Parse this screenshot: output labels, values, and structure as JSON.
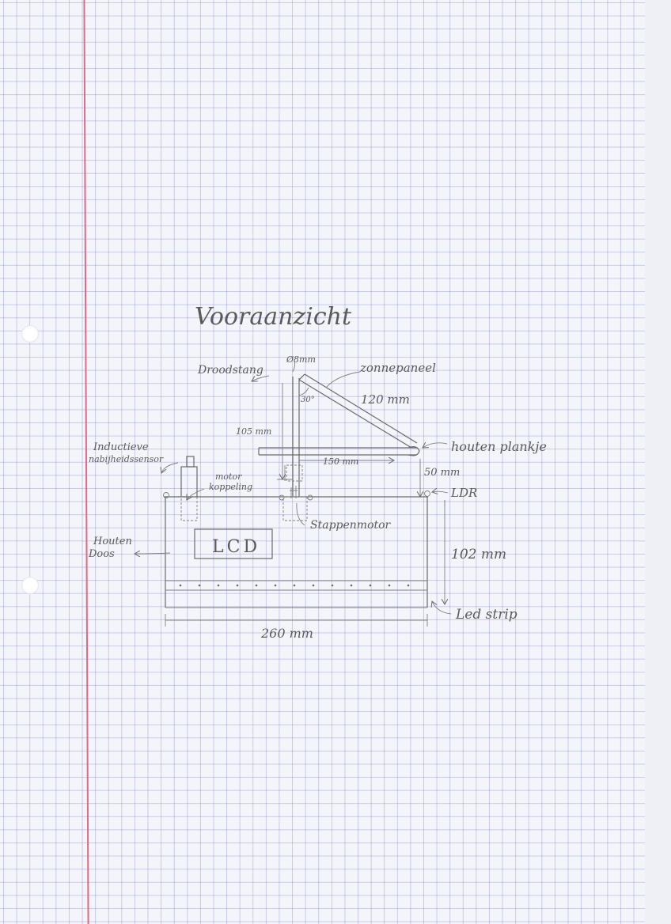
{
  "title": "Vooraanzicht",
  "labels": {
    "droodstang": "Droodstang",
    "diameter": "Ø8mm",
    "zonnepaneel": "zonnepaneel",
    "angle": "30°",
    "panel_length": "120 mm",
    "height_105": "105 mm",
    "houten_plankje": "houten plankje",
    "width_150": "150 mm",
    "inductieve_line1": "Inductieve",
    "inductieve_line2": "nabijheidssensor",
    "motor_line1": "motor",
    "motor_line2": "koppeling",
    "dist_50": "50 mm",
    "ldr": "LDR",
    "stappenmotor": "Stappenmotor",
    "houten_line1": "Houten",
    "houten_line2": "Doos",
    "lcd": "LCD",
    "height_102": "102 mm",
    "led_strip": "Led strip",
    "width_260": "260 mm"
  },
  "colors": {
    "paper": "#f4f5fb",
    "grid": "#7882c8",
    "margin": "#e06a82",
    "pencil": "#6a6a6a"
  }
}
